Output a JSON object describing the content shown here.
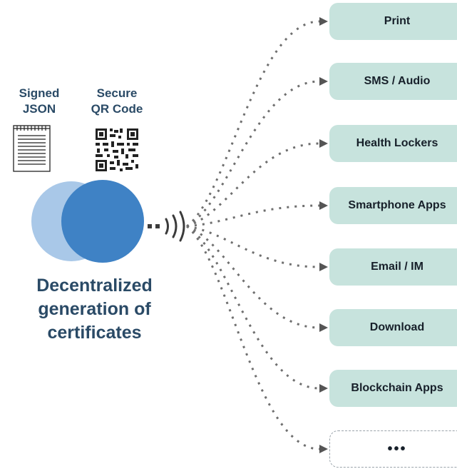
{
  "signed_json": {
    "line1": "Signed",
    "line2": "JSON",
    "icon": "document-icon"
  },
  "qr": {
    "line1": "Secure",
    "line2": "QR Code",
    "icon": "qr-code-icon"
  },
  "caption": "Decentralized generation of certificates",
  "colors": {
    "circle_back": "#a9c8e8",
    "circle_front": "#3f82c5",
    "box_fill": "#c7e3dd",
    "arrow": "#6f6f6f",
    "text_dark": "#2a4a66"
  },
  "destinations": [
    {
      "label": "Print"
    },
    {
      "label": "SMS / Audio"
    },
    {
      "label": "Health Lockers"
    },
    {
      "label": "Smartphone Apps"
    },
    {
      "label": "Email / IM"
    },
    {
      "label": "Download"
    },
    {
      "label": "Blockchain Apps"
    },
    {
      "label": "•••"
    }
  ]
}
